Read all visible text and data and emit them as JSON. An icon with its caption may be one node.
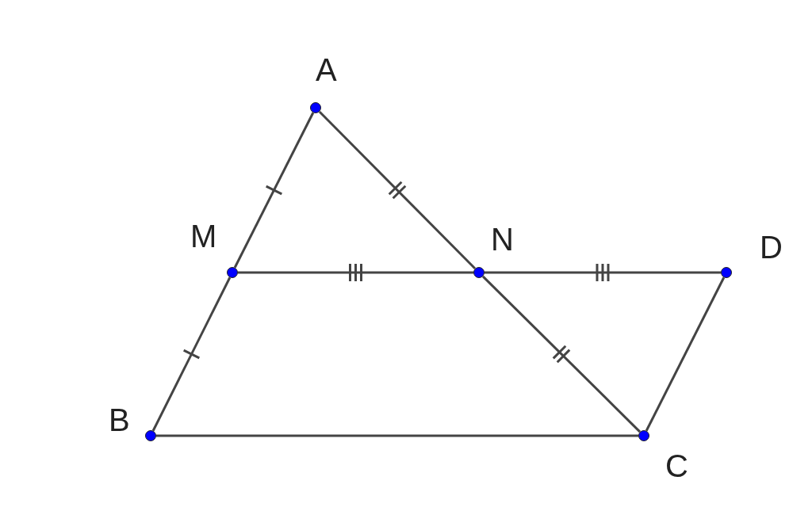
{
  "diagram": {
    "nodes": [
      {
        "text": [
          "A"
        ]
      },
      {
        "text": [
          "M"
        ]
      },
      {
        "text": [
          "N"
        ]
      },
      {
        "text": [
          "D"
        ]
      },
      {
        "text": [
          "B"
        ]
      },
      {
        "text": [
          "C"
        ]
      }
    ],
    "edges": [
      {
        "from": 0,
        "to": 1,
        "arrow": "none"
      },
      {
        "from": 1,
        "to": 4,
        "arrow": "none"
      },
      {
        "from": 0,
        "to": 2,
        "arrow": "none"
      },
      {
        "from": 2,
        "to": 5,
        "arrow": "none"
      },
      {
        "from": 1,
        "to": 2,
        "arrow": "none"
      },
      {
        "from": 2,
        "to": 3,
        "arrow": "none"
      },
      {
        "from": 3,
        "to": 5,
        "arrow": "none"
      },
      {
        "from": 4,
        "to": 5,
        "arrow": "none"
      }
    ]
  }
}
